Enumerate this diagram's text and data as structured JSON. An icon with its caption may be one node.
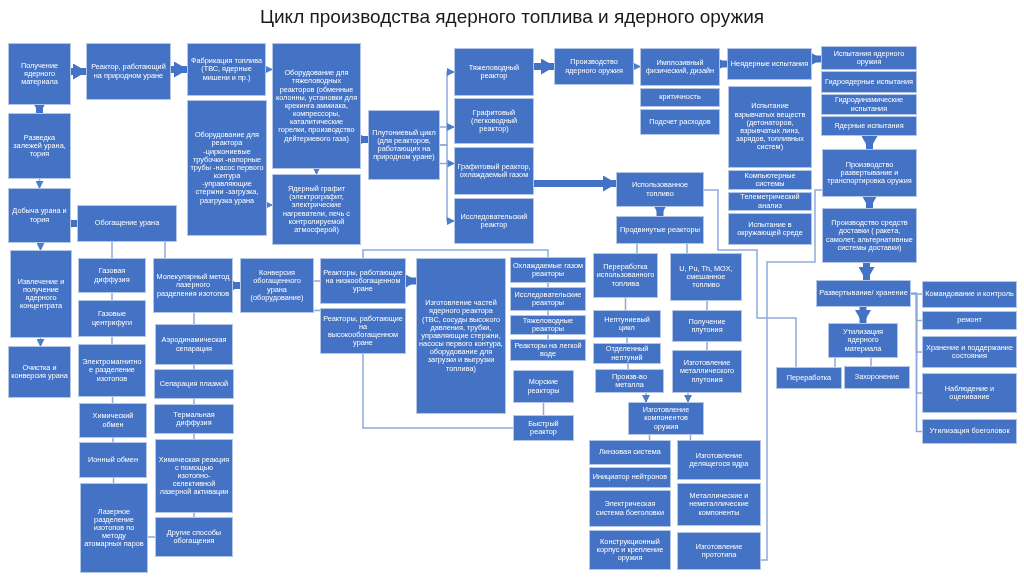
{
  "diagram": {
    "title": "Цикл производства ядерного топлива и ядерного оружия",
    "nodes": [
      {
        "text": [
          "Получение ядерного материала"
        ]
      },
      {
        "text": [
          "Реактор, работающий на природном уране"
        ]
      },
      {
        "text": [
          "Фабрикация топлива (ТВС, ядерные мишени и пр.)"
        ]
      },
      {
        "text": [
          "Оборудование для тяжеловодных реакторов (обменные колонны, установки для крекинга аммиака, компрессоры, каталитические горелки, производство дейтериевого газа)"
        ]
      },
      {
        "text": [
          "Оборудование для реактора -циркониевые трубочки -напорные трубы -насос первого контура -управляющие стержни -загрузка, разгрузка урана"
        ]
      },
      {
        "text": [
          "Ядерный графит (электрографит, электрические нагреватели, печь с контролируемой атмосферой)"
        ]
      },
      {
        "text": [
          "Разведка залежей урана, тория"
        ]
      },
      {
        "text": [
          "Добыча урана и тория"
        ]
      },
      {
        "text": [
          "Обогащение урана"
        ]
      },
      {
        "text": [
          "Извлечение и получение ядерного концентрата"
        ]
      },
      {
        "text": [
          "Очистка и конверсия урана"
        ]
      },
      {
        "text": [
          "Газовая диффузия"
        ]
      },
      {
        "text": [
          "Газовые центрифуги"
        ]
      },
      {
        "text": [
          "Электромагнитное разделение изотопов"
        ]
      },
      {
        "text": [
          "Химический обмен"
        ]
      },
      {
        "text": [
          "Ионный обмен"
        ]
      },
      {
        "text": [
          "Лазерное разделение изотопов по методу атомарных паров"
        ]
      },
      {
        "text": [
          "Молекулярный метод лазерного разделения изотопов"
        ]
      },
      {
        "text": [
          "Аэродинамическая сепарация"
        ]
      },
      {
        "text": [
          "Сепарация плазмой"
        ]
      },
      {
        "text": [
          "Термальная диффузия"
        ]
      },
      {
        "text": [
          "Химическая реакция с помощью изотопно-селективной лазерной активации"
        ]
      },
      {
        "text": [
          "Другие способы обогащения"
        ]
      },
      {
        "text": [
          "Конверсия обогащенного урана (оборудование)"
        ]
      },
      {
        "text": [
          "Реакторы, работающие на низкообогащенном уране"
        ]
      },
      {
        "text": [
          "Реакторы, работающие на высокообогащенном уране"
        ]
      },
      {
        "text": [
          "Изготовление частей ядерного реактора (ТВС, сосуды высокого давления, трубки, управляющие стержни, насосы первого контура, оборудование для загрузки и выгрузки топлива)"
        ]
      },
      {
        "text": [
          "Охлаждаемые газом реакторы"
        ]
      },
      {
        "text": [
          "Исследовательские реакторы"
        ]
      },
      {
        "text": [
          "Тяжеловодные реакторы"
        ]
      },
      {
        "text": [
          "Реакторы на легкой воде"
        ]
      },
      {
        "text": [
          "Морские реакторы"
        ]
      },
      {
        "text": [
          "Быстрый реактор"
        ]
      },
      {
        "text": [
          "Плутониевый цикл (для реакторов, работающих на природном уране)"
        ]
      },
      {
        "text": [
          "Тяжеловодный реактор"
        ]
      },
      {
        "text": [
          "Графитовый (легководный реактор)"
        ]
      },
      {
        "text": [
          "Графитовый реактор, охлаждаемый газом"
        ]
      },
      {
        "text": [
          "Исследовательский реактор"
        ]
      },
      {
        "text": [
          "Производство ядерного оружия"
        ]
      },
      {
        "text": [
          "Имплозивный физический, дизайн"
        ]
      },
      {
        "text": [
          "критичность"
        ]
      },
      {
        "text": [
          "Подсчет расходов"
        ]
      },
      {
        "text": [
          "Неядерные испытания"
        ]
      },
      {
        "text": [
          "Испытание взрывчатых веществ (детонаторов, взрывчатых линз, зарядов, топливных систем)"
        ]
      },
      {
        "text": [
          "Компьютерные системы"
        ]
      },
      {
        "text": [
          "Телеметрический анализ"
        ]
      },
      {
        "text": [
          "Испытание в окружающей среде"
        ]
      },
      {
        "text": [
          "Испытания ядерного оружия"
        ]
      },
      {
        "text": [
          "Гидроядерные испытания"
        ]
      },
      {
        "text": [
          "Гидродинамические испытания"
        ]
      },
      {
        "text": [
          "Ядерные испытания"
        ]
      },
      {
        "text": [
          "Производство развертывание и транспортировка оружия"
        ]
      },
      {
        "text": [
          "Производство средств доставки ( ракета, самолет, альтернативные системы доставки)"
        ]
      },
      {
        "text": [
          "Развертывание/ хранение"
        ]
      },
      {
        "text": [
          "Утилизация ядерного материала"
        ]
      },
      {
        "text": [
          "Переработка"
        ]
      },
      {
        "text": [
          "Захоронение"
        ]
      },
      {
        "text": [
          "Командование и контроль"
        ]
      },
      {
        "text": [
          "ремонт"
        ]
      },
      {
        "text": [
          "Хранение и поддержание состояния"
        ]
      },
      {
        "text": [
          "Наблюдение и оценивание"
        ]
      },
      {
        "text": [
          "Утилизация боеголовок"
        ]
      },
      {
        "text": [
          "Использованное топливо"
        ]
      },
      {
        "text": [
          "Продвинутые реакторы"
        ]
      },
      {
        "text": [
          "Переработка использованного топлива"
        ]
      },
      {
        "text": [
          "U, Pu, Th, MOX, смешанное топливо"
        ]
      },
      {
        "text": [
          "Нептуниевый цикл"
        ]
      },
      {
        "text": [
          "Отделенный нептуний"
        ]
      },
      {
        "text": [
          "Произв-во металла"
        ]
      },
      {
        "text": [
          "Получение плутония"
        ]
      },
      {
        "text": [
          "Изготовление металлического плутония"
        ]
      },
      {
        "text": [
          "Изготовление компонентов оружия"
        ]
      },
      {
        "text": [
          "Линзовая система"
        ]
      },
      {
        "text": [
          "Инициатор нейтронов"
        ]
      },
      {
        "text": [
          "Электрическая система боеголовки"
        ]
      },
      {
        "text": [
          "Конструкционный корпус и крепление оружия"
        ]
      },
      {
        "text": [
          "Изготовление делящегося ядра"
        ]
      },
      {
        "text": [
          "Металлические и неметаллические компоненты"
        ]
      },
      {
        "text": [
          "Изготовление прототипа"
        ]
      }
    ],
    "edges": [
      {
        "from": 0,
        "to": 1,
        "arrow": "to",
        "style": "thick"
      },
      {
        "from": 0,
        "to": 6,
        "arrow": "to",
        "style": "thick"
      },
      {
        "from": 1,
        "to": 2,
        "arrow": "to",
        "style": "thick"
      },
      {
        "from": 2,
        "to": 3,
        "arrow": "to"
      },
      {
        "from": 3,
        "to": 5,
        "arrow": "to"
      },
      {
        "from": 4,
        "to": 5,
        "arrow": "to"
      },
      {
        "from": 6,
        "to": 7,
        "arrow": "to"
      },
      {
        "from": 7,
        "to": 8,
        "arrow": "to",
        "style": "thick"
      },
      {
        "from": 7,
        "to": 9,
        "arrow": "to"
      },
      {
        "from": 9,
        "to": 10,
        "arrow": "to"
      },
      {
        "from": 3,
        "to": 33,
        "arrow": "to",
        "style": "thick"
      },
      {
        "from": 33,
        "to": 34,
        "arrow": "to"
      },
      {
        "from": 33,
        "to": 35,
        "arrow": "to"
      },
      {
        "from": 33,
        "to": 36,
        "arrow": "to"
      },
      {
        "from": 33,
        "to": 37,
        "arrow": "to"
      },
      {
        "from": 34,
        "to": 38,
        "arrow": "to",
        "style": "thick"
      },
      {
        "from": 38,
        "to": 39,
        "arrow": "to"
      },
      {
        "from": 39,
        "to": 42,
        "arrow": "to",
        "style": "thick"
      },
      {
        "from": 42,
        "to": 47,
        "arrow": "to",
        "style": "thick"
      },
      {
        "from": 50,
        "to": 51,
        "arrow": "to",
        "style": "thick"
      },
      {
        "from": 51,
        "to": 52,
        "arrow": "to",
        "style": "thick"
      },
      {
        "from": 52,
        "to": 53,
        "arrow": "to",
        "style": "thick"
      },
      {
        "from": 53,
        "to": 54,
        "arrow": "to",
        "style": "thick"
      },
      {
        "from": 54,
        "to": 55,
        "arrow": "none"
      },
      {
        "from": 54,
        "to": 56,
        "arrow": "none"
      },
      {
        "from": 53,
        "to": 57,
        "arrow": "none"
      },
      {
        "from": 53,
        "to": 58,
        "arrow": "none"
      },
      {
        "from": 53,
        "to": 59,
        "arrow": "none"
      },
      {
        "from": 53,
        "to": 60,
        "arrow": "none"
      },
      {
        "from": 53,
        "to": 61,
        "arrow": "none"
      },
      {
        "from": 36,
        "to": 62,
        "arrow": "to",
        "style": "thick"
      },
      {
        "from": 62,
        "to": 63,
        "arrow": "to",
        "style": "thick"
      },
      {
        "from": 63,
        "to": 64,
        "arrow": "none"
      },
      {
        "from": 63,
        "to": 65,
        "arrow": "none"
      },
      {
        "from": 64,
        "to": 66,
        "arrow": "none"
      },
      {
        "from": 66,
        "to": 67,
        "arrow": "none"
      },
      {
        "from": 67,
        "to": 68,
        "arrow": "none"
      },
      {
        "from": 68,
        "to": 71,
        "arrow": "to"
      },
      {
        "from": 70,
        "to": 71,
        "arrow": "to"
      },
      {
        "from": 65,
        "to": 69,
        "arrow": "none"
      },
      {
        "from": 69,
        "to": 70,
        "arrow": "none"
      },
      {
        "from": 71,
        "to": 72,
        "arrow": "none"
      },
      {
        "from": 71,
        "to": 76,
        "arrow": "none"
      },
      {
        "from": 8,
        "to": 11,
        "arrow": "none"
      },
      {
        "from": 8,
        "to": 17,
        "arrow": "none"
      },
      {
        "from": 11,
        "to": 12,
        "arrow": "none"
      },
      {
        "from": 12,
        "to": 13,
        "arrow": "none"
      },
      {
        "from": 13,
        "to": 14,
        "arrow": "none"
      },
      {
        "from": 14,
        "to": 15,
        "arrow": "none"
      },
      {
        "from": 15,
        "to": 16,
        "arrow": "none"
      },
      {
        "from": 17,
        "to": 18,
        "arrow": "none"
      },
      {
        "from": 18,
        "to": 19,
        "arrow": "none"
      },
      {
        "from": 19,
        "to": 20,
        "arrow": "none"
      },
      {
        "from": 20,
        "to": 21,
        "arrow": "none"
      },
      {
        "from": 21,
        "to": 22,
        "arrow": "none"
      },
      {
        "from": 16,
        "to": 22,
        "arrow": "none"
      },
      {
        "from": 17,
        "to": 23,
        "arrow": "to",
        "style": "thick"
      },
      {
        "from": 23,
        "to": 24,
        "arrow": "none"
      },
      {
        "from": 23,
        "to": 25,
        "arrow": "none"
      },
      {
        "from": 24,
        "to": 26,
        "arrow": "to",
        "style": "thick"
      },
      {
        "from": 24,
        "to": 27,
        "arrow": "none"
      },
      {
        "from": 25,
        "to": 32,
        "arrow": "none"
      },
      {
        "from": 27,
        "to": 28,
        "arrow": "none"
      },
      {
        "from": 28,
        "to": 29,
        "arrow": "none"
      },
      {
        "from": 29,
        "to": 30,
        "arrow": "none"
      },
      {
        "from": 31,
        "to": 32,
        "arrow": "none"
      },
      {
        "from": 62,
        "to": 55,
        "arrow": "none"
      },
      {
        "from": 78,
        "to": 51,
        "arrow": "none"
      }
    ]
  }
}
